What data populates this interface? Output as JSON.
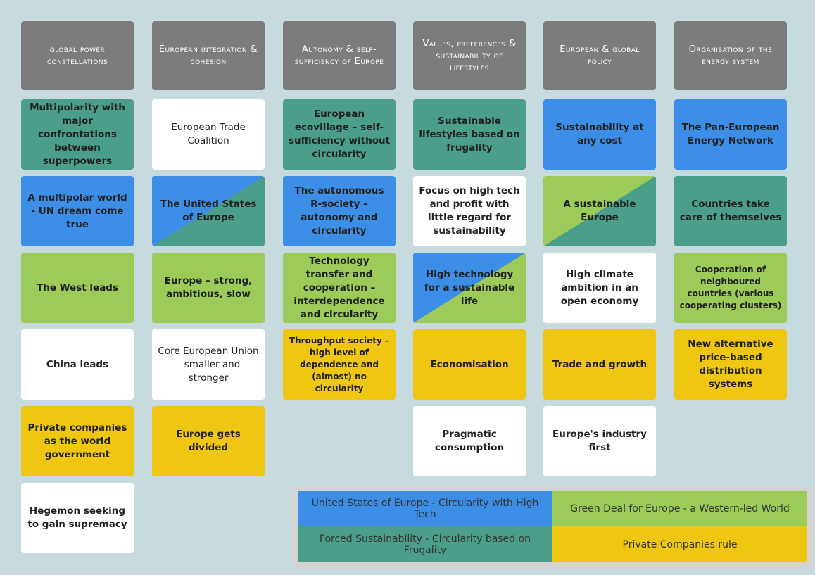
{
  "headers": [
    "global power constellations",
    "European integration & cohesion",
    "Autonomy & self-sufficiency of Europe",
    "Values, preferences & sustainability of lifestyles",
    "European & global policy",
    "Organisation of the energy system"
  ],
  "columns": [
    [
      "Multipolarity with major confrontations between superpowers",
      "A multipolar world - UN dream come true",
      "The West leads",
      "China leads",
      "Private companies as the world government",
      "Hegemon seeking to gain supremacy"
    ],
    [
      "European Trade Coalition",
      "The United States of Europe",
      "Europe – strong, ambitious, slow",
      "Core European Union – smaller and stronger",
      "Europe gets divided"
    ],
    [
      "European ecovillage – self-sufficiency without circularity",
      "The autonomous R-society – autonomy and circularity",
      "Technology transfer and cooperation – interdependence and circularity",
      "Throughput society – high level of dependence and (almost) no circularity"
    ],
    [
      "Sustainable lifestyles based on frugality",
      "Focus on high tech and profit with little regard for sustainability",
      "High technology for a sustainable life",
      "Economisation",
      "Pragmatic consumption"
    ],
    [
      "Sustainability at any cost",
      "A sustainable Europe",
      "High climate ambition in an open economy",
      "Trade and growth",
      "Europe's industry first"
    ],
    [
      "The Pan-European Energy Network",
      "Countries take care of themselves",
      "Cooperation of neighboured countries (various cooperating clusters)",
      "New alternative price-based distribution systems"
    ]
  ],
  "legend": {
    "blue": "United States of Europe - Circularity with High Tech",
    "green": "Green Deal for Europe - a Western-led World",
    "teal": "Forced Sustainability - Circularity based on Frugality",
    "yellow": "Private Companies rule"
  },
  "colors": {
    "background": "#c7dade",
    "header": "#7c7c7c",
    "blue": "#3d8ee6",
    "green": "#9ccb5a",
    "teal": "#4a9e8a",
    "yellow": "#efc712",
    "white": "#ffffff"
  }
}
